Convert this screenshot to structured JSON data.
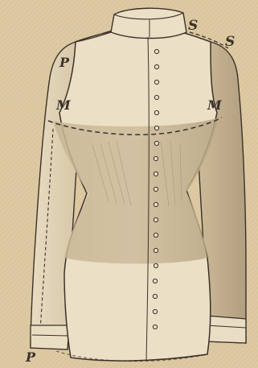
{
  "illustration": {
    "subject": "bodice-with-standing-collar-and-button-front-engraving",
    "labels": {
      "shoulder_left": "S",
      "shoulder_right": "S",
      "sleeve_top": "P",
      "bust_left": "M",
      "bust_right": "M",
      "cuff_bottom": "P"
    },
    "button_count": 19,
    "colors": {
      "paper": "#ddc9a2",
      "garment": "#ebdfc5",
      "shade": "#bfad8c",
      "dark_shade": "#a8977a",
      "ink": "#3b3129"
    }
  }
}
